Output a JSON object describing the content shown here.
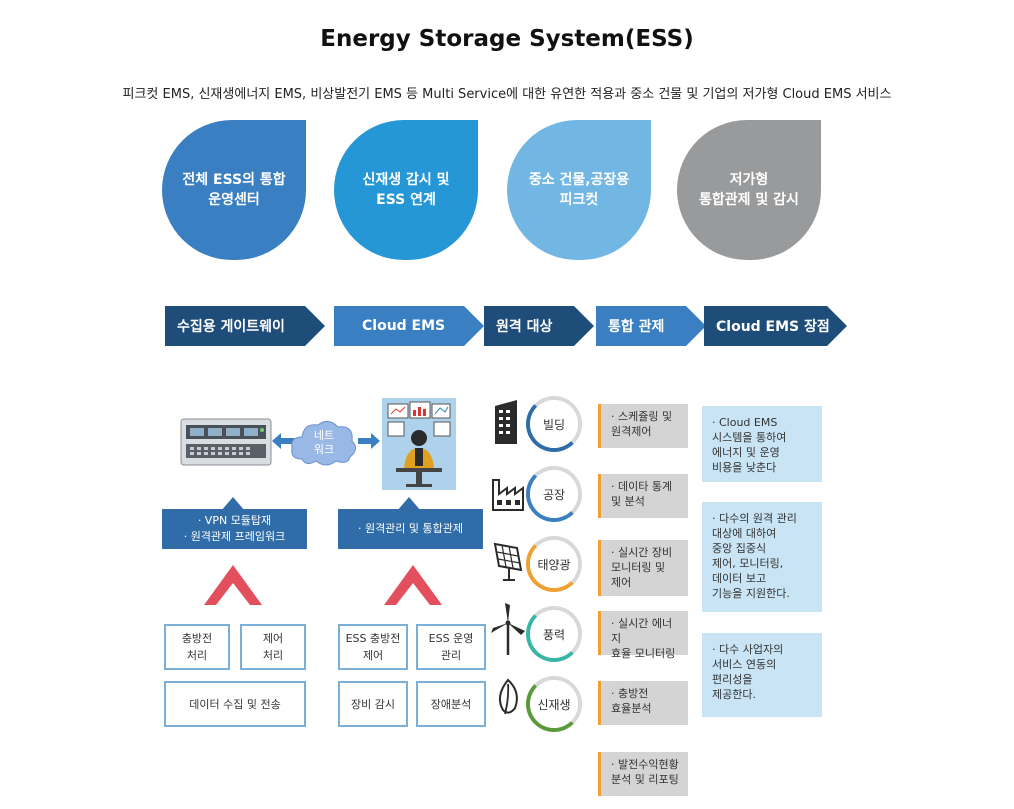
{
  "title": "Energy Storage System(ESS)",
  "subtitle": "피크컷 EMS, 신재생에너지 EMS, 비상발전기 EMS 등 Multi Service에 대한 유연한 적용과 중소 건물 및 기업의 저가형 Cloud EMS 서비스",
  "drops": [
    {
      "line1": "전체 ESS의 통합",
      "line2": "운영센터",
      "color": "#3a7fc1"
    },
    {
      "line1": "신재생 감시 및",
      "line2": "ESS 연계",
      "color": "#2596d6"
    },
    {
      "line1": "중소 건물,공장용",
      "line2": "피크컷",
      "color": "#72b6e4"
    },
    {
      "line1": "저가형",
      "line2": "통합관제 및 감시",
      "color": "#999a9c"
    }
  ],
  "arrows": [
    {
      "label": "수집용 게이트웨이",
      "color": "#1f4d7a"
    },
    {
      "label": "Cloud EMS",
      "color": "#3a7fc1"
    },
    {
      "label": "원격 대상",
      "color": "#1f4d7a"
    },
    {
      "label": "통합 관제",
      "color": "#3a7fc1"
    },
    {
      "label": "Cloud EMS 장점",
      "color": "#1f4d7a"
    }
  ],
  "network_label": "네트\n워크",
  "left_label": {
    "line1": "· VPN 모듈탑재",
    "line2": "· 원격관제 프레임워크"
  },
  "mid_label": "· 원격관리 및 통합관제",
  "left_boxes": [
    "충방전\n처리",
    "제어\n처리",
    "데이터 수집 및 전송"
  ],
  "mid_boxes": [
    "ESS 충방전\n제어",
    "ESS 운영\n관리",
    "장비 감시",
    "장애분석"
  ],
  "targets": [
    {
      "label": "빌딩",
      "icon": "building-icon",
      "ring": "#2f6ca8"
    },
    {
      "label": "공장",
      "icon": "factory-icon",
      "ring": "#3a7fc1"
    },
    {
      "label": "태양광",
      "icon": "solar-panel-icon",
      "ring": "#f0a030"
    },
    {
      "label": "풍력",
      "icon": "wind-turbine-icon",
      "ring": "#3ab6a8"
    },
    {
      "label": "신재생",
      "icon": "leaf-icon",
      "ring": "#5a9a3a"
    }
  ],
  "control_items": [
    "· 스케쥴링 및\n원격제어",
    "· 데이타 통계\n및 분석",
    "· 실시간 장비\n모니터링 및\n제어",
    "· 실시간 에너지\n효율 모니터링",
    "· 충방전\n효율분석",
    "· 발전수익현황\n분석 및 리포팅"
  ],
  "benefits": [
    "· Cloud EMS\n시스템을 통하여\n에너지 및 운영\n비용을 낮춘다",
    "· 다수의 원격 관리\n대상에 대하여\n중앙 집중식\n제어, 모니터링,\n데이터 보고\n기능을 지원한다.",
    "· 다수 사업자의\n서비스 연동의\n편리성을\n제공한다."
  ]
}
